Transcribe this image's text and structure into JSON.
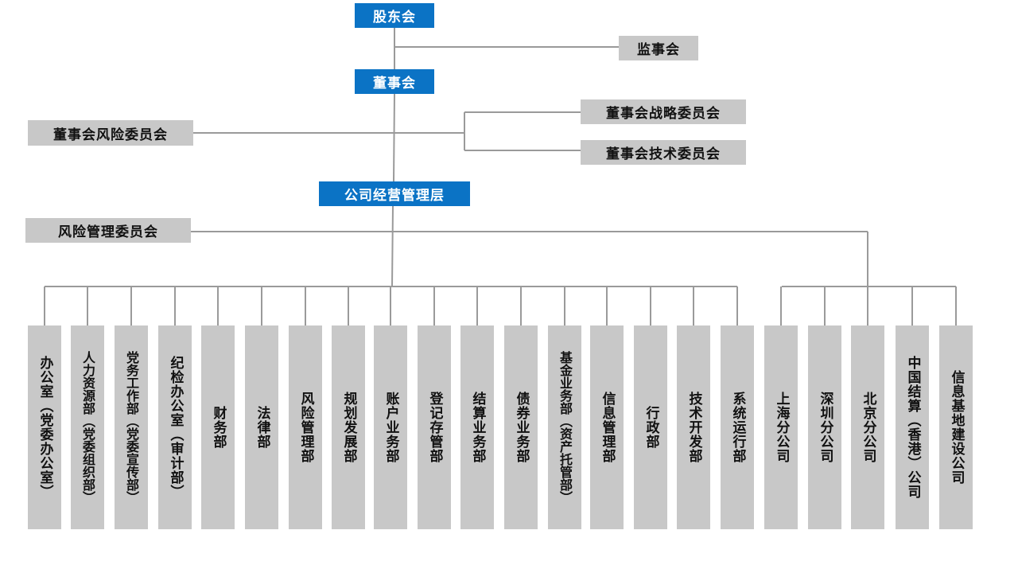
{
  "nodes": {
    "shareholders": "股东会",
    "supervisors": "监事会",
    "board": "董事会",
    "board_risk_committee": "董事会风险委员会",
    "board_strategy_committee": "董事会战略委员会",
    "board_tech_committee": "董事会技术委员会",
    "management": "公司经营管理层",
    "risk_mgmt_committee": "风险管理委员会"
  },
  "departments": [
    "办公室（党委办公室）",
    "人力资源部（党委组织部）",
    "党务工作部（党委宣传部）",
    "纪检办公室（审计部）",
    "财务部",
    "法律部",
    "风险管理部",
    "规划发展部",
    "账户业务部",
    "登记存管部",
    "结算业务部",
    "债券业务部",
    "基金业务部（资产托管部）",
    "信息管理部",
    "行政部",
    "技术开发部",
    "系统运行部"
  ],
  "branches": [
    "上海分公司",
    "深圳分公司",
    "北京分公司",
    "中国结算（香港）公司",
    "信息基地建设公司"
  ],
  "colors": {
    "blue_box": "#0b73c5",
    "gray_box": "#c8c8c8",
    "line": "#9a9a9a"
  }
}
